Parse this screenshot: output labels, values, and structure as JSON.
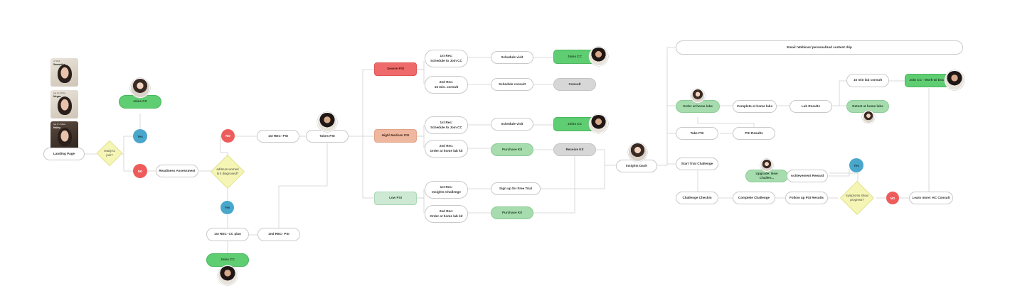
{
  "profiles": [
    {
      "caption": "LH 2018",
      "name": "Samantha"
    },
    {
      "caption": "Age 34 • Mother",
      "name": "Megan"
    },
    {
      "caption": "Age 27 • Athlete",
      "name": "Hailey"
    }
  ],
  "nodes": {
    "landing": "Landing Page",
    "ready": "ready to\njoin?",
    "yes": "Yes",
    "no": "NO",
    "join_cc_top": "Joins CC",
    "readiness": "Readiness Assessment",
    "q_diag": "address worried\nIs it diagnosed?",
    "yes_b": "Yes",
    "rec_cc_plan": "1st REC- CC plan",
    "rec2_psi": "2nd REC- PSI",
    "join_cc_bottom": "Joins CC",
    "no_top": "NO",
    "rec1_psi": "1st REC- PSI",
    "takes_psi": "Takes PSI",
    "severe": "Severe PSI",
    "high": "High/ Medium PSI",
    "low": "Low PSI",
    "sev_rec1": "1st Rec:\nSchedule to Join CC",
    "sev_rec2": "2nd Rec:\n15 min. consult",
    "high_rec1": "1st Rec:\nSchedule to Join CC",
    "high_rec2": "2nd Rec:\nOrder at home lab kit",
    "low_rec1": "1st Rec:\nInsights Challenge",
    "low_rec2": "2nd Rec:\nOrder at home lab kit",
    "sched_visit_1": "Schedule visit",
    "sched_consult": "Schedule consult",
    "sched_visit_2": "Schedule visit",
    "purchase_kit_1": "Purchase Kit",
    "signup_trial": "Sign up for Free Trial",
    "purchase_kit_2": "Purchase Kit",
    "joins_cc_1": "Joins CC",
    "consult": "Consult",
    "joins_cc_2": "Joins CC",
    "receive_kit": "Receive Kit",
    "insights_dash": "Insights Dash",
    "email": "Email: Webinar/ personalized content drip",
    "order_labs": "Order at home labs",
    "complete_labs": "Complete at home labs",
    "lab_results": "Lab Results",
    "consult_15": "15 min lab consult",
    "retest": "Retest at home labs",
    "join_cc_work": "Join CC - Work w/ Doc",
    "take_psi": "Take PSI",
    "psi_results": "PSI Results",
    "start_trial": "Start Trial Challenge",
    "upgrade": "Upgrade: New Challen...",
    "achievement": "Achievement Reward",
    "yes_c": "Yes",
    "challenge_checkin": "Challenge Checkin",
    "complete_challenge": "Complete Challenge",
    "followup_psi": "Follow up PSI Results",
    "q_progress": "symptoms show\nprogress?",
    "no_c": "NO",
    "learn_hc": "Learn more: HC Consult"
  },
  "colors": {
    "green": "#5fcd72",
    "light_green": "#a6dcae",
    "red": "#ef6a6a",
    "salmon": "#efb79f",
    "mint": "#cde9d4",
    "grey": "#d7d7d7",
    "yes_circle": "#4aa7cc",
    "no_circle": "#ee5b5b",
    "decision": "#f5f6b5"
  }
}
